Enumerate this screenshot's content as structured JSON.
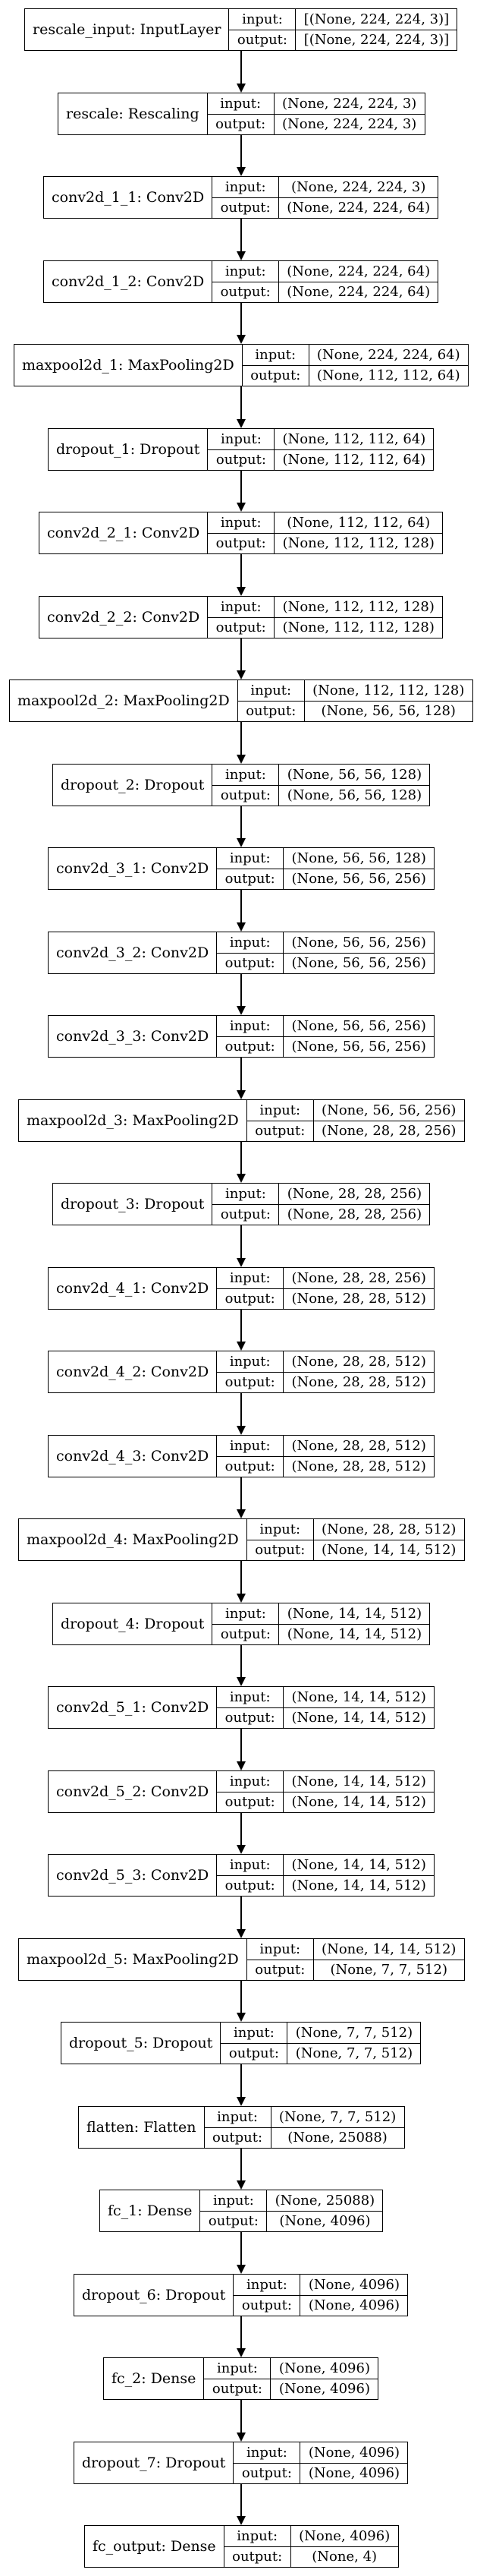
{
  "layers": [
    {
      "name": "rescale_input: InputLayer",
      "input_label": "input:",
      "input": "[(None, 224, 224, 3)]",
      "output_label": "output:",
      "output": "[(None, 224, 224, 3)]"
    },
    {
      "name": "rescale: Rescaling",
      "input_label": "input:",
      "input": "(None, 224, 224, 3)",
      "output_label": "output:",
      "output": "(None, 224, 224, 3)"
    },
    {
      "name": "conv2d_1_1: Conv2D",
      "input_label": "input:",
      "input": "(None, 224, 224, 3)",
      "output_label": "output:",
      "output": "(None, 224, 224, 64)"
    },
    {
      "name": "conv2d_1_2: Conv2D",
      "input_label": "input:",
      "input": "(None, 224, 224, 64)",
      "output_label": "output:",
      "output": "(None, 224, 224, 64)"
    },
    {
      "name": "maxpool2d_1: MaxPooling2D",
      "input_label": "input:",
      "input": "(None, 224, 224, 64)",
      "output_label": "output:",
      "output": "(None, 112, 112, 64)"
    },
    {
      "name": "dropout_1: Dropout",
      "input_label": "input:",
      "input": "(None, 112, 112, 64)",
      "output_label": "output:",
      "output": "(None, 112, 112, 64)"
    },
    {
      "name": "conv2d_2_1: Conv2D",
      "input_label": "input:",
      "input": "(None, 112, 112, 64)",
      "output_label": "output:",
      "output": "(None, 112, 112, 128)"
    },
    {
      "name": "conv2d_2_2: Conv2D",
      "input_label": "input:",
      "input": "(None, 112, 112, 128)",
      "output_label": "output:",
      "output": "(None, 112, 112, 128)"
    },
    {
      "name": "maxpool2d_2: MaxPooling2D",
      "input_label": "input:",
      "input": "(None, 112, 112, 128)",
      "output_label": "output:",
      "output": "(None, 56, 56, 128)"
    },
    {
      "name": "dropout_2: Dropout",
      "input_label": "input:",
      "input": "(None, 56, 56, 128)",
      "output_label": "output:",
      "output": "(None, 56, 56, 128)"
    },
    {
      "name": "conv2d_3_1: Conv2D",
      "input_label": "input:",
      "input": "(None, 56, 56, 128)",
      "output_label": "output:",
      "output": "(None, 56, 56, 256)"
    },
    {
      "name": "conv2d_3_2: Conv2D",
      "input_label": "input:",
      "input": "(None, 56, 56, 256)",
      "output_label": "output:",
      "output": "(None, 56, 56, 256)"
    },
    {
      "name": "conv2d_3_3: Conv2D",
      "input_label": "input:",
      "input": "(None, 56, 56, 256)",
      "output_label": "output:",
      "output": "(None, 56, 56, 256)"
    },
    {
      "name": "maxpool2d_3: MaxPooling2D",
      "input_label": "input:",
      "input": "(None, 56, 56, 256)",
      "output_label": "output:",
      "output": "(None, 28, 28, 256)"
    },
    {
      "name": "dropout_3: Dropout",
      "input_label": "input:",
      "input": "(None, 28, 28, 256)",
      "output_label": "output:",
      "output": "(None, 28, 28, 256)"
    },
    {
      "name": "conv2d_4_1: Conv2D",
      "input_label": "input:",
      "input": "(None, 28, 28, 256)",
      "output_label": "output:",
      "output": "(None, 28, 28, 512)"
    },
    {
      "name": "conv2d_4_2: Conv2D",
      "input_label": "input:",
      "input": "(None, 28, 28, 512)",
      "output_label": "output:",
      "output": "(None, 28, 28, 512)"
    },
    {
      "name": "conv2d_4_3: Conv2D",
      "input_label": "input:",
      "input": "(None, 28, 28, 512)",
      "output_label": "output:",
      "output": "(None, 28, 28, 512)"
    },
    {
      "name": "maxpool2d_4: MaxPooling2D",
      "input_label": "input:",
      "input": "(None, 28, 28, 512)",
      "output_label": "output:",
      "output": "(None, 14, 14, 512)"
    },
    {
      "name": "dropout_4: Dropout",
      "input_label": "input:",
      "input": "(None, 14, 14, 512)",
      "output_label": "output:",
      "output": "(None, 14, 14, 512)"
    },
    {
      "name": "conv2d_5_1: Conv2D",
      "input_label": "input:",
      "input": "(None, 14, 14, 512)",
      "output_label": "output:",
      "output": "(None, 14, 14, 512)"
    },
    {
      "name": "conv2d_5_2: Conv2D",
      "input_label": "input:",
      "input": "(None, 14, 14, 512)",
      "output_label": "output:",
      "output": "(None, 14, 14, 512)"
    },
    {
      "name": "conv2d_5_3: Conv2D",
      "input_label": "input:",
      "input": "(None, 14, 14, 512)",
      "output_label": "output:",
      "output": "(None, 14, 14, 512)"
    },
    {
      "name": "maxpool2d_5: MaxPooling2D",
      "input_label": "input:",
      "input": "(None, 14, 14, 512)",
      "output_label": "output:",
      "output": "(None, 7, 7, 512)"
    },
    {
      "name": "dropout_5: Dropout",
      "input_label": "input:",
      "input": "(None, 7, 7, 512)",
      "output_label": "output:",
      "output": "(None, 7, 7, 512)"
    },
    {
      "name": "flatten: Flatten",
      "input_label": "input:",
      "input": "(None, 7, 7, 512)",
      "output_label": "output:",
      "output": "(None, 25088)"
    },
    {
      "name": "fc_1: Dense",
      "input_label": "input:",
      "input": "(None, 25088)",
      "output_label": "output:",
      "output": "(None, 4096)"
    },
    {
      "name": "dropout_6: Dropout",
      "input_label": "input:",
      "input": "(None, 4096)",
      "output_label": "output:",
      "output": "(None, 4096)"
    },
    {
      "name": "fc_2: Dense",
      "input_label": "input:",
      "input": "(None, 4096)",
      "output_label": "output:",
      "output": "(None, 4096)"
    },
    {
      "name": "dropout_7: Dropout",
      "input_label": "input:",
      "input": "(None, 4096)",
      "output_label": "output:",
      "output": "(None, 4096)"
    },
    {
      "name": "fc_output: Dense",
      "input_label": "input:",
      "input": "(None, 4096)",
      "output_label": "output:",
      "output": "(None, 4)"
    }
  ]
}
